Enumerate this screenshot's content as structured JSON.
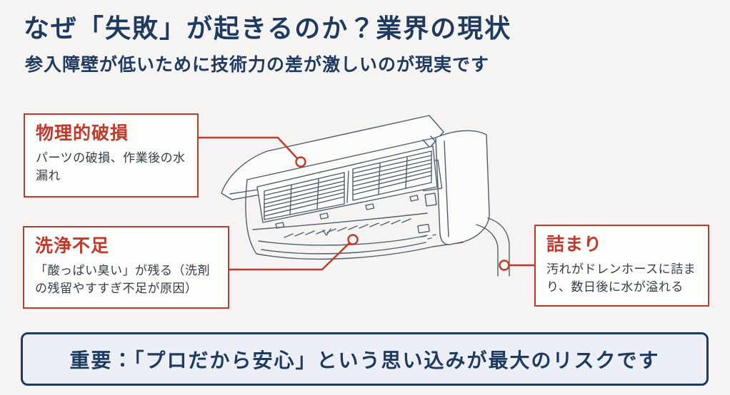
{
  "colors": {
    "background": "#f5f4f2",
    "navy": "#1e3a5f",
    "accent_red": "#c0392b",
    "body_text": "#343d47",
    "line_art": "#4e5e6b",
    "banner_bg": "#edeff7",
    "card_bg": "#fdfdfc"
  },
  "header": {
    "title": "なぜ「失敗」が起きるのか？業界の現状",
    "subtitle": "参入障壁が低いために技術力の差が激しいのが現実です"
  },
  "callouts": [
    {
      "title": "物理的破損",
      "body": "パーツの破損、作業後の水漏れ"
    },
    {
      "title": "洗浄不足",
      "body": "「酸っぱい臭い」が残る（洗剤の残留やすすぎ不足が原因）"
    },
    {
      "title": "詰まり",
      "body": "汚れがドレンホースに詰まり、数日後に水が溢れる"
    }
  ],
  "footer": {
    "text": "重要：「プロだから安心」という思い込みが最大のリスクです"
  }
}
